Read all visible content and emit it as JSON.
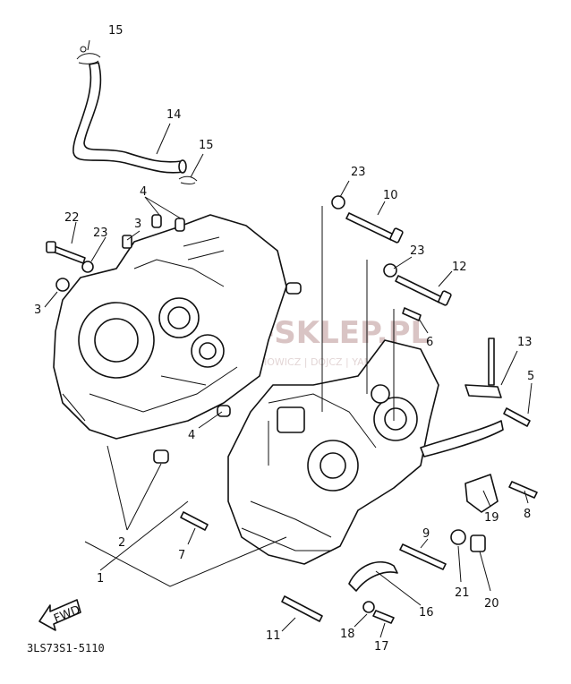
{
  "diagram": {
    "drawing_code": "3LS73S1-5110",
    "fwd_label": "FWD",
    "watermark_main": "MA-SKLEP.PL",
    "watermark_sub": "HOWICZ | DOJCZ | YAMAHA",
    "part_numbers": [
      "1",
      "2",
      "3",
      "4",
      "5",
      "6",
      "7",
      "8",
      "9",
      "10",
      "11",
      "12",
      "13",
      "14",
      "15",
      "16",
      "17",
      "18",
      "19",
      "20",
      "21",
      "22",
      "23"
    ],
    "callouts": {
      "n15a": "15",
      "n14": "14",
      "n15b": "15",
      "n23a": "23",
      "n10": "10",
      "n23b": "23",
      "n12": "12",
      "n4a": "4",
      "n22": "22",
      "n3a": "3",
      "n23c": "23",
      "n3b": "3",
      "n6": "6",
      "n13": "13",
      "n5": "5",
      "n4b": "4",
      "n2": "2",
      "n1": "1",
      "n7": "7",
      "n19": "19",
      "n8": "8",
      "n9": "9",
      "n21": "21",
      "n20": "20",
      "n16": "16",
      "n11": "11",
      "n18": "18",
      "n17": "17"
    }
  }
}
